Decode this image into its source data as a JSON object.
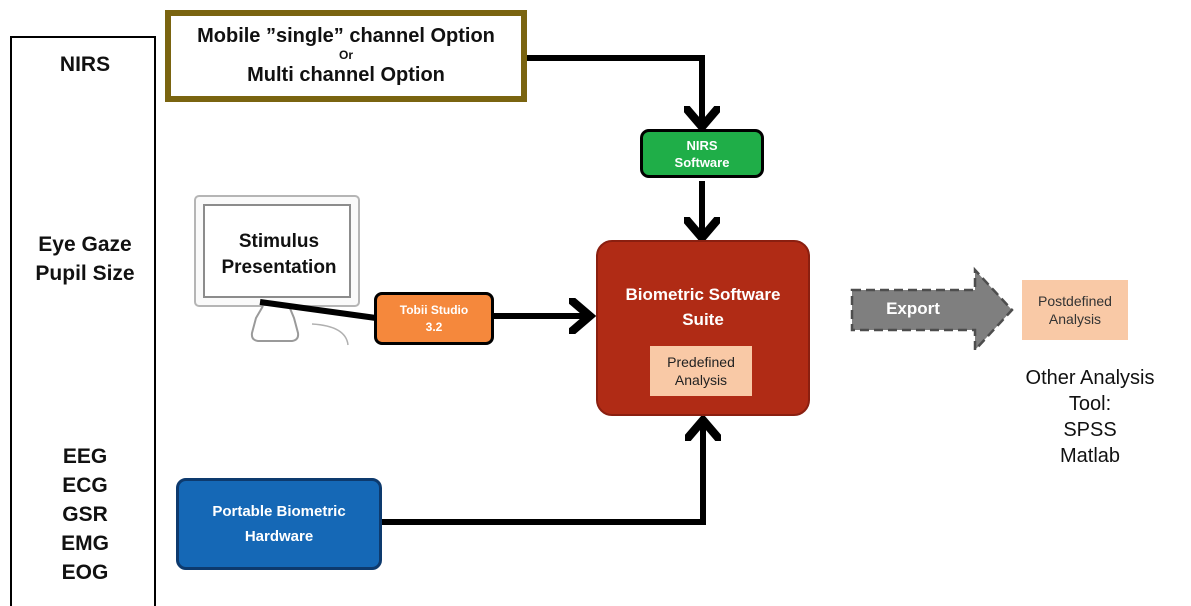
{
  "side_labels": {
    "nirs": "NIRS",
    "eye_gaze": "Eye Gaze",
    "pupil_size": "Pupil Size",
    "eeg": "EEG",
    "ecg": "ECG",
    "gsr": "GSR",
    "emg": "EMG",
    "eog": "EOG"
  },
  "mobile_option": {
    "line1": "Mobile ”single” channel Option",
    "line2": "Or",
    "line3": "Multi channel Option"
  },
  "nirs_software": {
    "line1": "NIRS",
    "line2": "Software"
  },
  "stimulus": {
    "line1": "Stimulus",
    "line2": "Presentation"
  },
  "tobii": {
    "line1": "Tobii Studio",
    "line2": "3.2"
  },
  "suite": {
    "line1": "Biometric Software",
    "line2": "Suite",
    "predefined_line1": "Predefined",
    "predefined_line2": "Analysis"
  },
  "portable": {
    "line1": "Portable Biometric",
    "line2": "Hardware"
  },
  "export": {
    "label": "Export"
  },
  "postdefined": {
    "line1": "Postdefined",
    "line2": "Analysis"
  },
  "other_analysis": {
    "line1": "Other Analysis",
    "line2": "Tool:",
    "line3": "SPSS",
    "line4": "Matlab"
  },
  "colors": {
    "olive_border": "#7a6410",
    "nirs_green": "#1fae48",
    "suite_red": "#b02b15",
    "tobii_orange": "#f5883c",
    "portable_blue": "#1568b6",
    "peach": "#f9c9a6",
    "export_gray": "#7f7f7f"
  }
}
